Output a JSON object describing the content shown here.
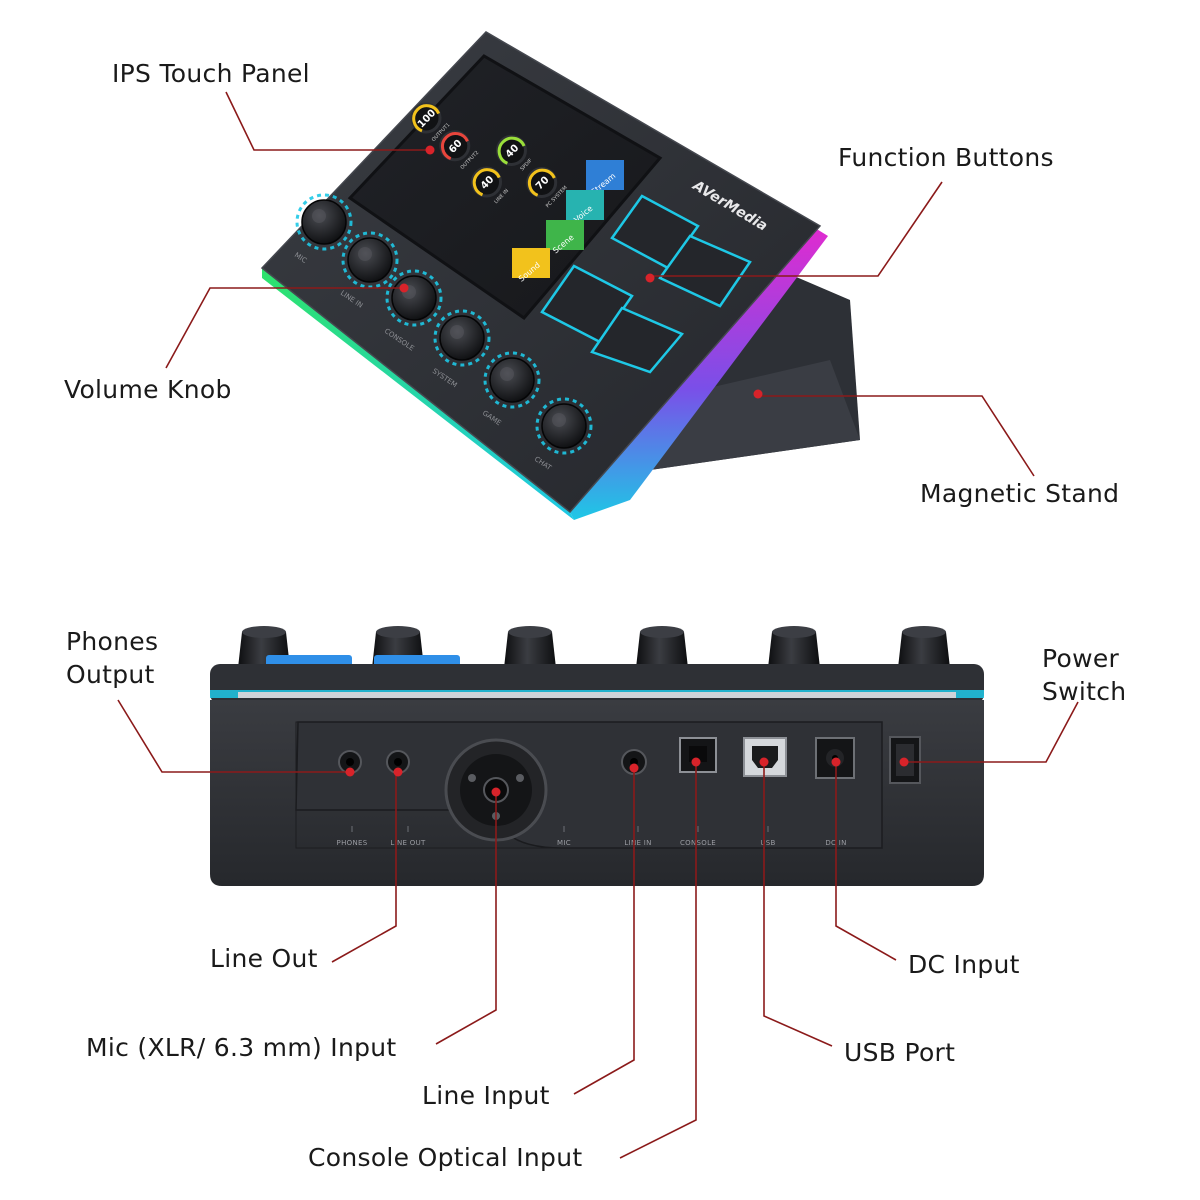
{
  "callouts": {
    "ips_touch_panel": "IPS Touch Panel",
    "function_buttons": "Function Buttons",
    "volume_knob": "Volume Knob",
    "magnetic_stand": "Magnetic Stand",
    "phones_output": "Phones\nOutput",
    "power_switch": "Power\nSwitch",
    "line_out": "Line Out",
    "dc_input": "DC Input",
    "mic_input": "Mic (XLR/ 6.3 mm) Input",
    "usb_port": "USB Port",
    "line_input": "Line Input",
    "console_optical_input": "Console Optical Input"
  },
  "device": {
    "brand": "AVerMedia",
    "knob_labels": [
      "MIC",
      "LINE IN",
      "CONSOLE",
      "SYSTEM",
      "GAME",
      "CHAT"
    ],
    "rear_port_labels": [
      "PHONES",
      "LINE OUT",
      "MIC",
      "LINE IN",
      "CONSOLE",
      "USB",
      "DC IN"
    ],
    "screen": {
      "gauges": [
        {
          "value": "100",
          "label": "OUTPUT1"
        },
        {
          "value": "60",
          "label": "OUTPUT2"
        },
        {
          "value": "40",
          "label": "LINE IN"
        },
        {
          "value": "40",
          "label": "SPDIF"
        },
        {
          "value": "70",
          "label": "PC SYSTEM"
        }
      ],
      "tiles": [
        {
          "label": "Stream",
          "color": "#2f7fd6"
        },
        {
          "label": "Voice",
          "color": "#27b3b0"
        },
        {
          "label": "Scene",
          "color": "#3fb54a"
        },
        {
          "label": "Sound",
          "color": "#f2c21c"
        }
      ]
    }
  },
  "colors": {
    "leader_line": "#8b1a1a",
    "leader_dot": "#d8232a",
    "device_body": "#2a2c31",
    "accent_cyan": "#1ec8e6",
    "accent_magenta": "#e02bd0",
    "accent_green": "#2ee36b"
  }
}
